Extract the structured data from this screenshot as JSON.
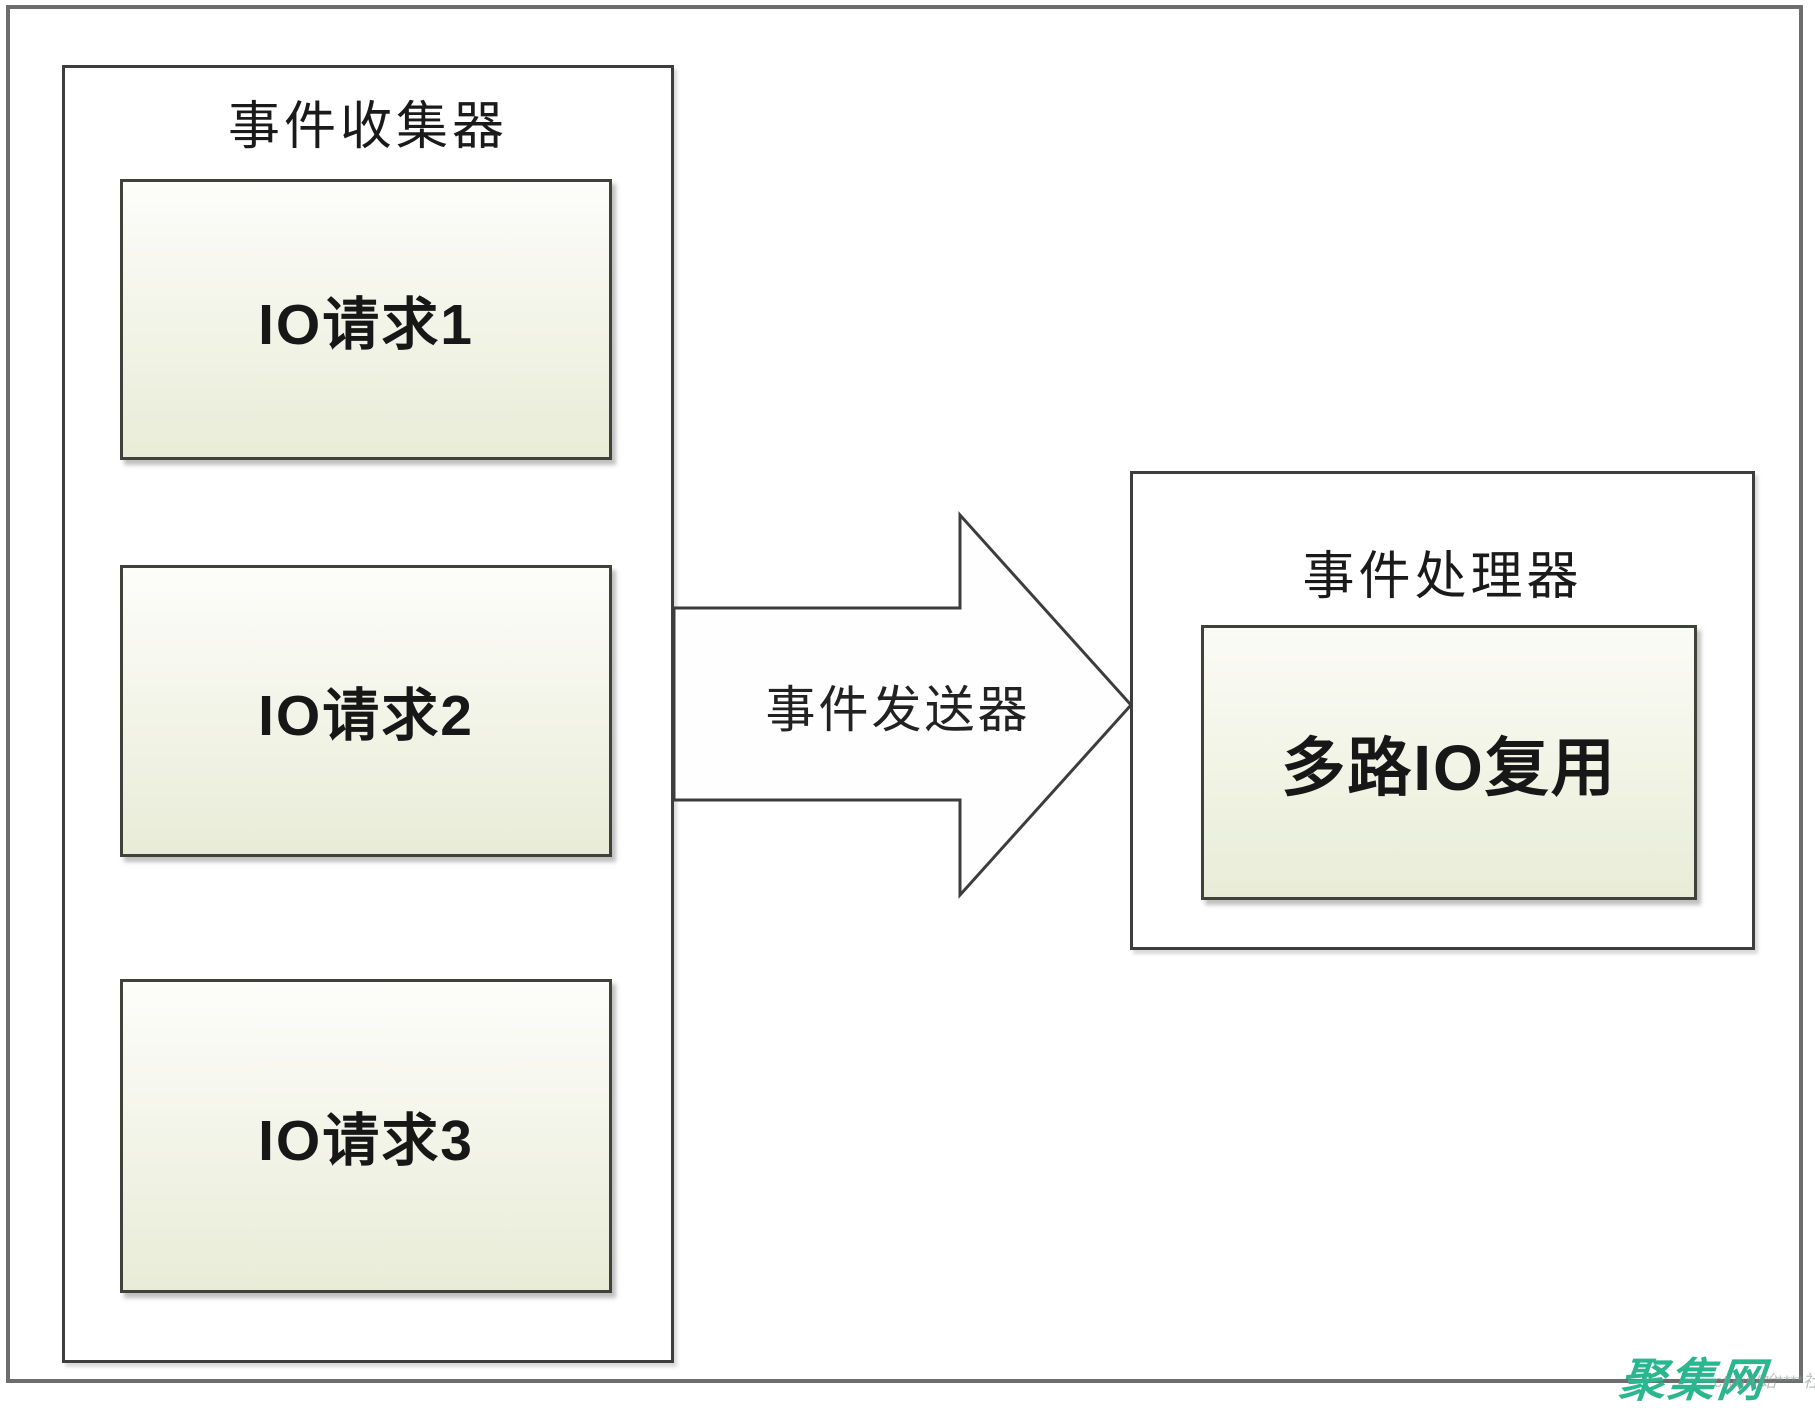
{
  "collector": {
    "title": "事件收集器",
    "boxes": [
      {
        "label": "IO请求1"
      },
      {
        "label": "IO请求2"
      },
      {
        "label": "IO请求3"
      }
    ]
  },
  "sender": {
    "label": "事件发送器"
  },
  "handler": {
    "title": "事件处理器",
    "box": {
      "label": "多路IO复用"
    }
  },
  "watermark": {
    "brand": "聚集网",
    "note": "ctyun/始****社"
  },
  "colors": {
    "line": "#3d3d3d",
    "outer_frame": "#6d6d6d",
    "box_fill_top": "#fdfdfb",
    "box_fill_bottom": "#e8ecd7",
    "brand": "#2cb68f"
  }
}
